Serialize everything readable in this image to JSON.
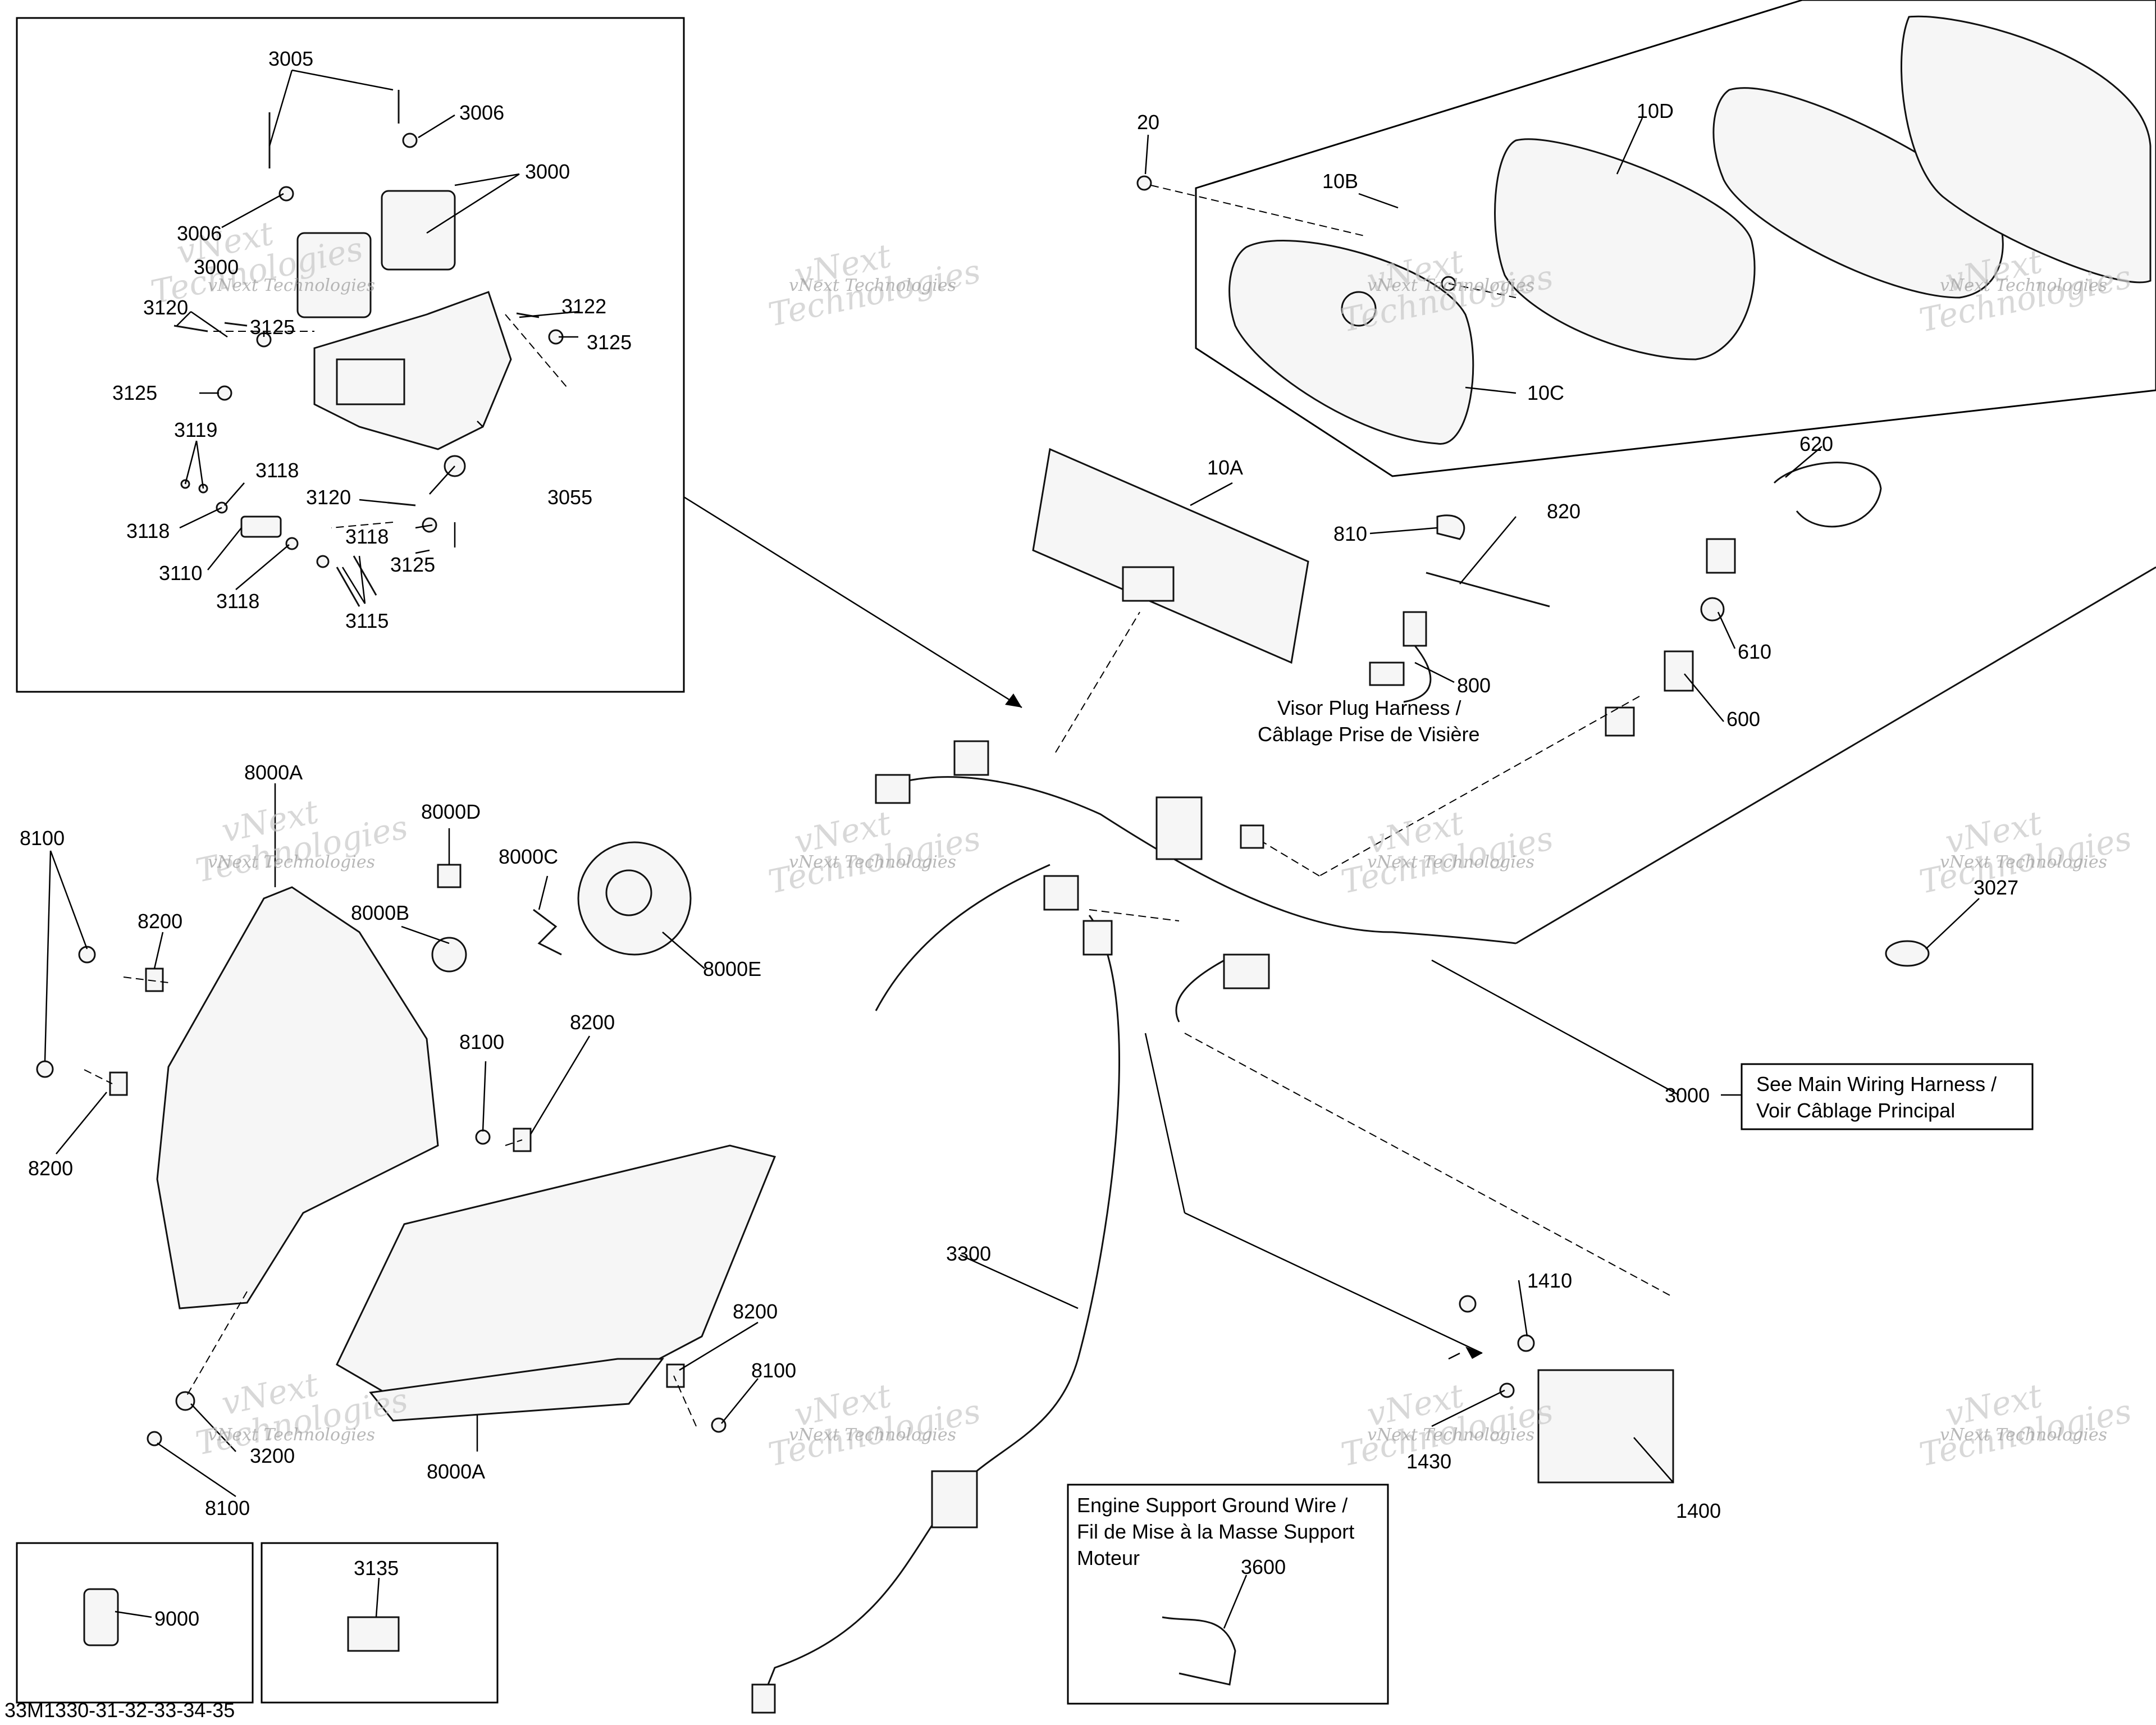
{
  "diagram_code": "33M1330-31-32-33-34-35",
  "watermark": {
    "small": "vNext Technologies",
    "large_1": "vNext",
    "large_2": "Technologies"
  },
  "notes": {
    "visor_plug": {
      "line1": "Visor Plug Harness /",
      "line2": "Câblage Prise de Visière"
    },
    "main_harness": {
      "line1": "See Main Wiring Harness /",
      "line2": "Voir Câblage Principal"
    },
    "ground_wire": {
      "line1": "Engine Support Ground Wire /",
      "line2": "Fil de Mise à la Masse Support",
      "line3": "Moteur"
    }
  },
  "labels": {
    "inset": [
      "3005",
      "3006",
      "3000",
      "3006",
      "3000",
      "3120",
      "3125",
      "3122",
      "3125",
      "3125",
      "3119",
      "3118",
      "3118",
      "3120",
      "3055",
      "3118",
      "3110",
      "3125",
      "3118",
      "3115"
    ],
    "cluster": [
      "20",
      "10D",
      "10B",
      "10C",
      "10A"
    ],
    "electrical": [
      "620",
      "820",
      "810",
      "610",
      "800",
      "600",
      "3027",
      "3000",
      "3300",
      "1410",
      "1430",
      "1400",
      "3600"
    ],
    "headlight": [
      "8000A",
      "8100",
      "8000D",
      "8000C",
      "8200",
      "8000B",
      "8000E",
      "8100",
      "8200",
      "8200",
      "8200",
      "8100",
      "3200",
      "8100",
      "8000A"
    ],
    "boxes": [
      "9000",
      "3135"
    ]
  }
}
